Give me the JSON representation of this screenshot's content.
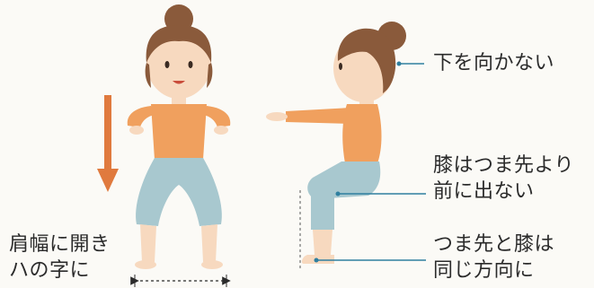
{
  "diagram": {
    "colors": {
      "background": "#fbfaf6",
      "shirt": "#f0a05e",
      "pants": "#a8c8cf",
      "skin": "#f7d9bf",
      "hair": "#8a5a3b",
      "arrow": "#e07a3e",
      "callout": "#2f7f9f",
      "text": "#2b2b2b"
    },
    "labels": {
      "front_line1": "肩幅に開き",
      "front_line2": "ハの字に",
      "head": "下を向かない",
      "knee_line1": "膝はつま先より",
      "knee_line2": "前に出ない",
      "foot_line1": "つま先と膝は",
      "foot_line2": "同じ方向に"
    }
  }
}
